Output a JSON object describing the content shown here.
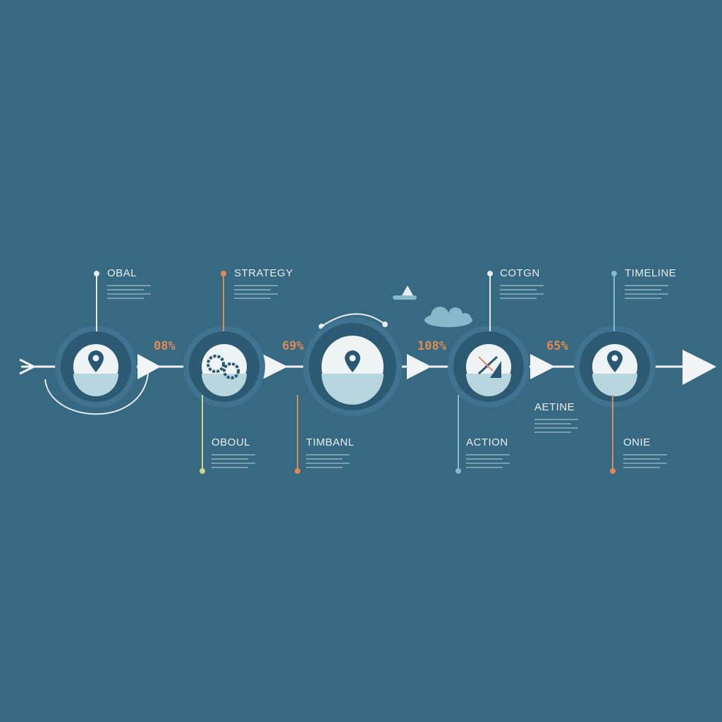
{
  "colors": {
    "background": "#376983",
    "ring": "#2d5a73",
    "disk": "#eef3f5",
    "accent_orange": "#e08a55",
    "accent_teal": "#86b9c9",
    "arrow": "#f2f4f5"
  },
  "steps": [
    {
      "top_label": "OBAL",
      "bottom_label": "OBOUL",
      "icon": "location-pin-icon",
      "percent": "08%"
    },
    {
      "top_label": "STRATEGY",
      "bottom_label": "TIMBANL",
      "icon": "gears-icon",
      "percent": "69%"
    },
    {
      "top_label": "",
      "bottom_label": "",
      "icon": "location-pin-icon",
      "percent": "108%"
    },
    {
      "top_label": "COTGN",
      "bottom_label": "ACTION",
      "side_label": "AETINE",
      "icon": "arrows-icon",
      "percent": "65%"
    },
    {
      "top_label": "TIMELINE",
      "bottom_label": "ONIE",
      "icon": "location-pin-icon",
      "percent": ""
    }
  ],
  "decor": {
    "cloud": "cloud-icon",
    "mountain": "mountain-icon"
  }
}
